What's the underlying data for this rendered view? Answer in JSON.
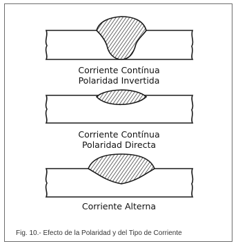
{
  "figure": {
    "panels": [
      {
        "id": "dc-reverse",
        "line1": "Corriente Contínua",
        "line2": "Polaridad Invertida"
      },
      {
        "id": "dc-direct",
        "line1": "Corriente Contínua",
        "line2": "Polaridad Directa"
      },
      {
        "id": "ac",
        "line1": "Corriente Alterna"
      }
    ],
    "caption": "Fig. 10.- Efecto de la Polaridad y del Tipo de Corriente"
  }
}
